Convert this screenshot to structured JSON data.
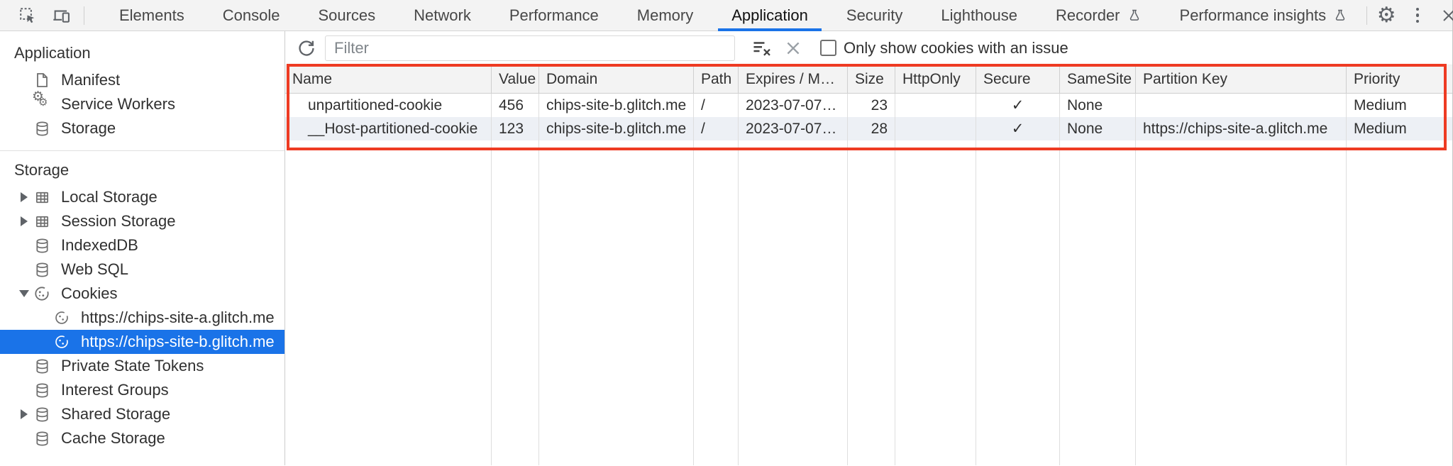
{
  "tabbar": {
    "tabs": [
      {
        "label": "Elements"
      },
      {
        "label": "Console"
      },
      {
        "label": "Sources"
      },
      {
        "label": "Network"
      },
      {
        "label": "Performance"
      },
      {
        "label": "Memory"
      },
      {
        "label": "Application",
        "active": true
      },
      {
        "label": "Security"
      },
      {
        "label": "Lighthouse"
      },
      {
        "label": "Recorder",
        "experiment": true
      },
      {
        "label": "Performance insights",
        "experiment": true
      }
    ]
  },
  "sidebar": {
    "sections": [
      {
        "title": "Application",
        "items": [
          {
            "label": "Manifest",
            "icon": "file-icon"
          },
          {
            "label": "Service Workers",
            "icon": "gears-icon"
          },
          {
            "label": "Storage",
            "icon": "database-icon"
          }
        ]
      },
      {
        "title": "Storage",
        "items": [
          {
            "label": "Local Storage",
            "icon": "table-icon",
            "expander": "collapsed"
          },
          {
            "label": "Session Storage",
            "icon": "table-icon",
            "expander": "collapsed"
          },
          {
            "label": "IndexedDB",
            "icon": "database-icon"
          },
          {
            "label": "Web SQL",
            "icon": "database-icon"
          },
          {
            "label": "Cookies",
            "icon": "cookie-icon",
            "expander": "expanded"
          },
          {
            "label": "https://chips-site-a.glitch.me",
            "icon": "cookie-icon",
            "child": true
          },
          {
            "label": "https://chips-site-b.glitch.me",
            "icon": "cookie-icon",
            "child": true,
            "selected": true
          },
          {
            "label": "Private State Tokens",
            "icon": "database-icon"
          },
          {
            "label": "Interest Groups",
            "icon": "database-icon"
          },
          {
            "label": "Shared Storage",
            "icon": "database-icon",
            "expander": "collapsed"
          },
          {
            "label": "Cache Storage",
            "icon": "database-icon"
          }
        ]
      }
    ]
  },
  "toolbar": {
    "filter_placeholder": "Filter",
    "checkbox_label": "Only show cookies with an issue",
    "checkbox_checked": false
  },
  "cookies_table": {
    "columns": [
      {
        "label": "Name"
      },
      {
        "label": "Value"
      },
      {
        "label": "Domain"
      },
      {
        "label": "Path"
      },
      {
        "label": "Expires / M…"
      },
      {
        "label": "Size"
      },
      {
        "label": "HttpOnly"
      },
      {
        "label": "Secure"
      },
      {
        "label": "SameSite"
      },
      {
        "label": "Partition Key"
      },
      {
        "label": "Priority"
      }
    ],
    "rows": [
      {
        "name": "unpartitioned-cookie",
        "value": "456",
        "domain": "chips-site-b.glitch.me",
        "path": "/",
        "expires": "2023-07-07…",
        "size": "23",
        "http_only": "",
        "secure": "✓",
        "same_site": "None",
        "partition_key": "",
        "priority": "Medium"
      },
      {
        "name": "__Host-partitioned-cookie",
        "value": "123",
        "domain": "chips-site-b.glitch.me",
        "path": "/",
        "expires": "2023-07-07…",
        "size": "28",
        "http_only": "",
        "secure": "✓",
        "same_site": "None",
        "partition_key": "https://chips-site-a.glitch.me",
        "priority": "Medium"
      }
    ]
  },
  "colors": {
    "accent": "#1a73e8",
    "highlight_border": "#ee3b23",
    "selected_item_bg": "#1a73e8",
    "header_bg": "#f3f3f3"
  }
}
